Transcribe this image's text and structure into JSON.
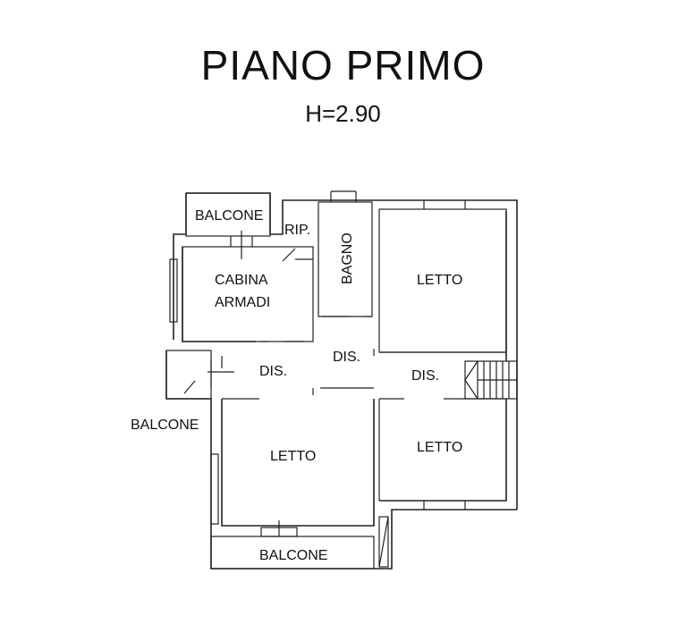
{
  "header": {
    "title": "PIANO PRIMO",
    "height": "H=2.90"
  },
  "rooms": {
    "balcone_top": "BALCONE",
    "rip": "RIP.",
    "bagno": "BAGNO",
    "letto_ne": "LETTO",
    "cabina_line1": "CABINA",
    "cabina_line2": "ARMADI",
    "dis_center": "DIS.",
    "dis_left": "DIS.",
    "dis_right": "DIS.",
    "balcone_left": "BALCONE",
    "letto_sw": "LETTO",
    "letto_se": "LETTO",
    "balcone_bottom": "BALCONE"
  }
}
